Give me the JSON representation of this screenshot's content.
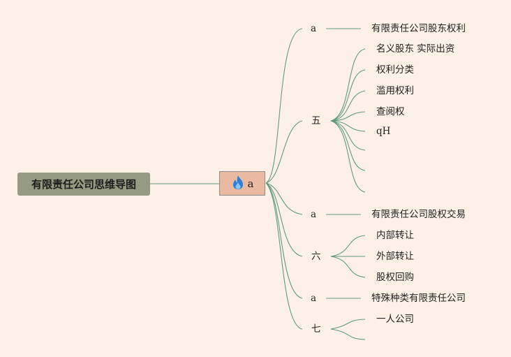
{
  "root": {
    "label": "有限责任公司思维导图"
  },
  "center": {
    "icon": "fire-icon",
    "label": "a"
  },
  "branches": [
    {
      "label": "a",
      "children": [
        "有限责任公司股东权利"
      ]
    },
    {
      "label": "五",
      "children": [
        "名义股东 实际出资",
        "权利分类",
        "滥用权利",
        "查阅权",
        "qH",
        "",
        "",
        ""
      ]
    },
    {
      "label": "a",
      "children": [
        "有限责任公司股权交易"
      ]
    },
    {
      "label": "六",
      "children": [
        "内部转让",
        "外部转让",
        "股权回购"
      ]
    },
    {
      "label": "a",
      "children": [
        "特殊种类有限责任公司"
      ]
    },
    {
      "label": "七",
      "children": [
        "一人公司",
        ""
      ]
    }
  ],
  "colors": {
    "background": "#fdf1e7",
    "line": "#5f9a7d",
    "root": "#959a82",
    "center": "#e9b9a2"
  }
}
